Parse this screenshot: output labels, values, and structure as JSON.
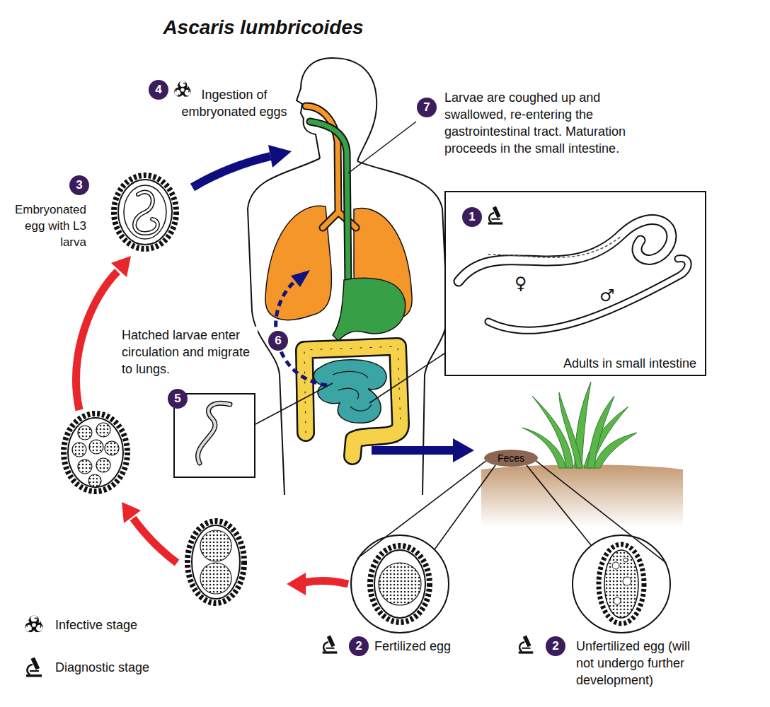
{
  "diagram": {
    "title": "Ascaris lumbricoides",
    "nodes": [
      {
        "text": [
          "1",
          "♀",
          "♂",
          "Adults in small intestine"
        ]
      },
      {
        "text": [
          "5"
        ]
      },
      {
        "text": [
          "Feces"
        ]
      },
      {
        "text": [
          "2",
          "Fertilized egg"
        ]
      },
      {
        "text": [
          "2",
          "Unfertilized egg (will not undergo further development)"
        ]
      }
    ],
    "edges": [
      {
        "from": 2,
        "to": 3,
        "arrow": "none"
      },
      {
        "from": 2,
        "to": 3,
        "arrow": "none"
      },
      {
        "from": 2,
        "to": 4,
        "arrow": "none"
      },
      {
        "from": 2,
        "to": 4,
        "arrow": "none"
      }
    ],
    "labels": [
      "4",
      "Ingestion of embryonated eggs",
      "7",
      "Larvae are coughed up and swallowed, re-entering the gastrointestinal tract. Maturation proceeds in the small intestine.",
      "3",
      "Embryonated egg with L3 larva",
      "6",
      "Hatched larvae enter circulation and migrate to lungs."
    ],
    "legend": [
      {
        "text": "Infective stage"
      },
      {
        "text": "Diagnostic stage"
      }
    ]
  }
}
